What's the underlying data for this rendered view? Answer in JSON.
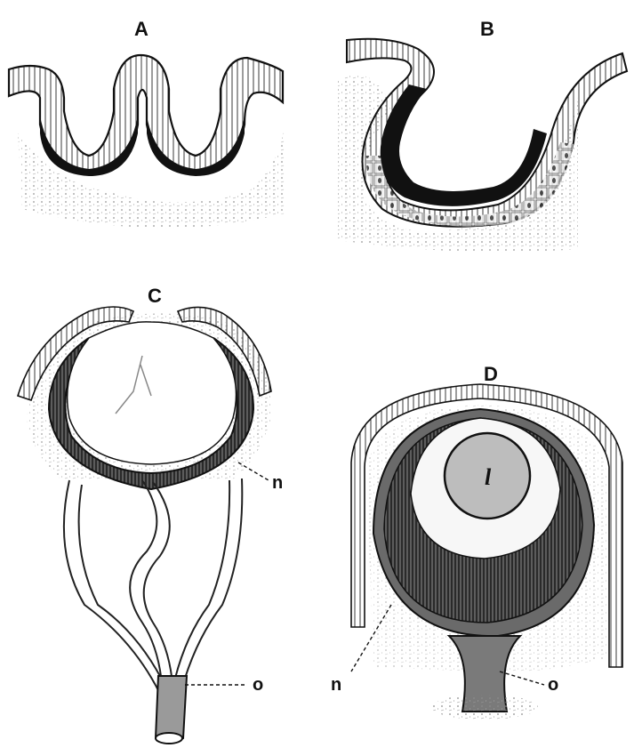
{
  "figure": {
    "panels": [
      {
        "id": "A",
        "label": "A"
      },
      {
        "id": "B",
        "label": "B"
      },
      {
        "id": "C",
        "label": "C"
      },
      {
        "id": "D",
        "label": "D"
      }
    ],
    "callouts": {
      "c_nerve_layer": "n",
      "c_optic_nerve": "o",
      "d_nerve_layer": "n",
      "d_optic_nerve": "o",
      "d_lens": "l"
    },
    "colors": {
      "ink": "#111111",
      "stipple": "#9a9a9a",
      "lens": "#bdbdbd"
    }
  }
}
